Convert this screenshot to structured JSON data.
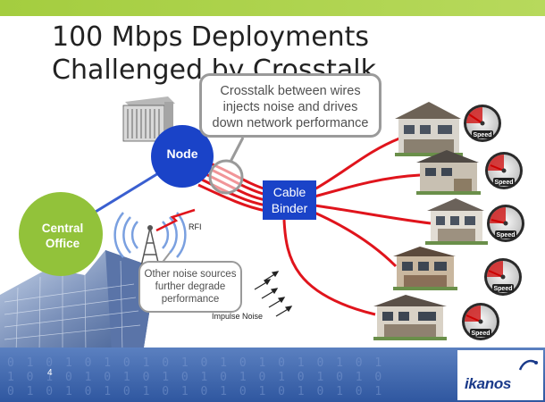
{
  "slide": {
    "title": "100 Mbps Deployments Challenged by Crosstalk",
    "page_number": "4",
    "logo": "ikanos",
    "binary_pattern": "0 1 0 1 0 1 0 1 0 1 0 1 0 1 0 1 0 1 0 1\n1 0 1 0 1 0 1 0 1 0 1 0 1 0 1 0 1 0 1 0\n0 1 0 1 0 1 0 1 0 1 0 1 0 1 0 1 0 1 0 1"
  },
  "diagram": {
    "crosstalk_callout": "Crosstalk between wires injects noise and drives down network performance",
    "noise_callout": "Other noise sources further degrade performance",
    "node_label": "Node",
    "central_office_label": "Central Office",
    "cable_binder_label": "Cable Binder",
    "rfi_label": "RFI",
    "impulse_label": "Impulse Noise",
    "gauge_label": "Speed",
    "colors": {
      "node": "#1a43c8",
      "central_office": "#92c23a",
      "binder": "#1a43c8",
      "wires": "#e0141c",
      "feeder": "#3a5fd0"
    }
  }
}
